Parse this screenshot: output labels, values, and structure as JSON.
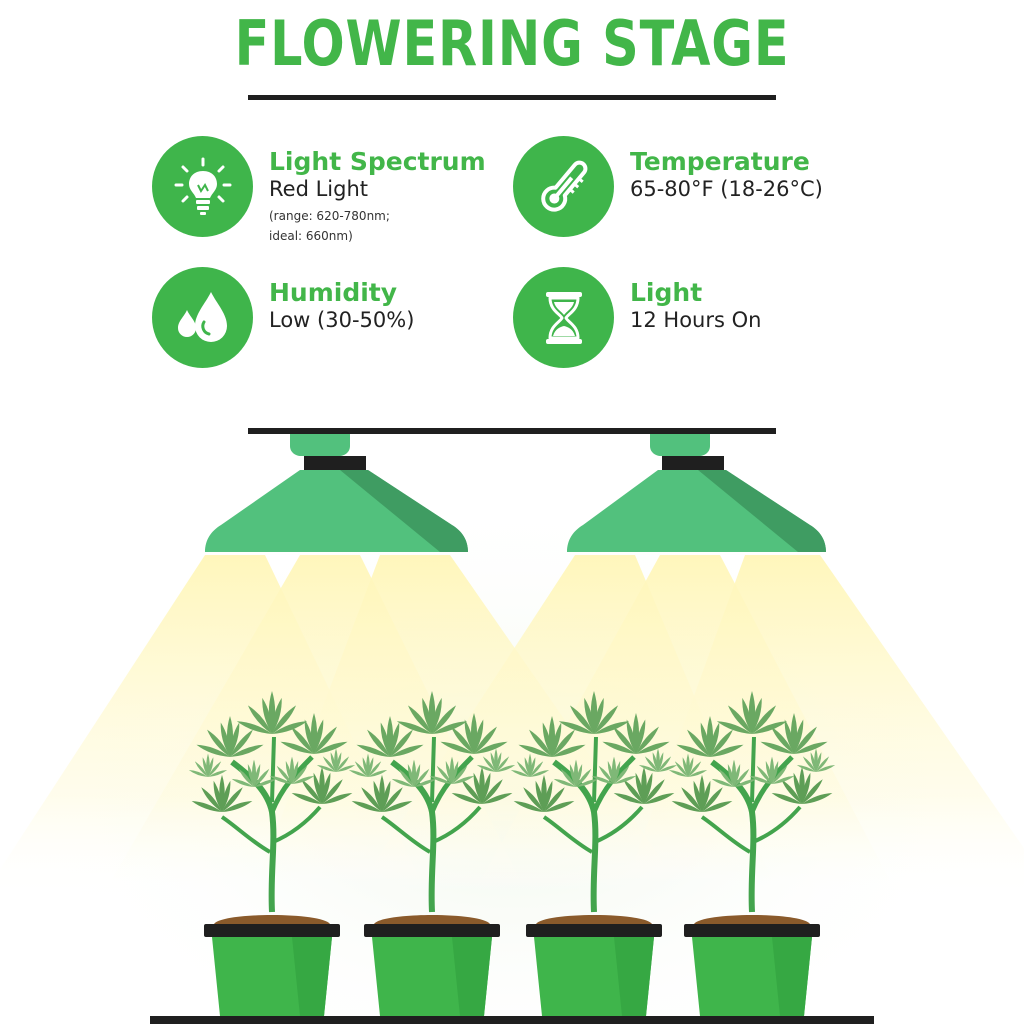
{
  "title": "FLOWERING STAGE",
  "colors": {
    "brand_green": "#42b649",
    "lamp_green": "#52c17d",
    "pot_green": "#3fb54b",
    "light_beam": "#fff6b8",
    "dark": "#1f1f1f"
  },
  "items": [
    {
      "icon": "light-bulb-icon",
      "heading": "Light Spectrum",
      "value": "Red Light",
      "note_line1": "(range: 620-780nm;",
      "note_line2": "ideal: 660nm)"
    },
    {
      "icon": "thermometer-icon",
      "heading": "Temperature",
      "value": "65-80°F (18-26°C)"
    },
    {
      "icon": "water-drops-icon",
      "heading": "Humidity",
      "value": "Low (30-50%)"
    },
    {
      "icon": "hourglass-icon",
      "heading": "Light",
      "value": "12 Hours On"
    }
  ]
}
